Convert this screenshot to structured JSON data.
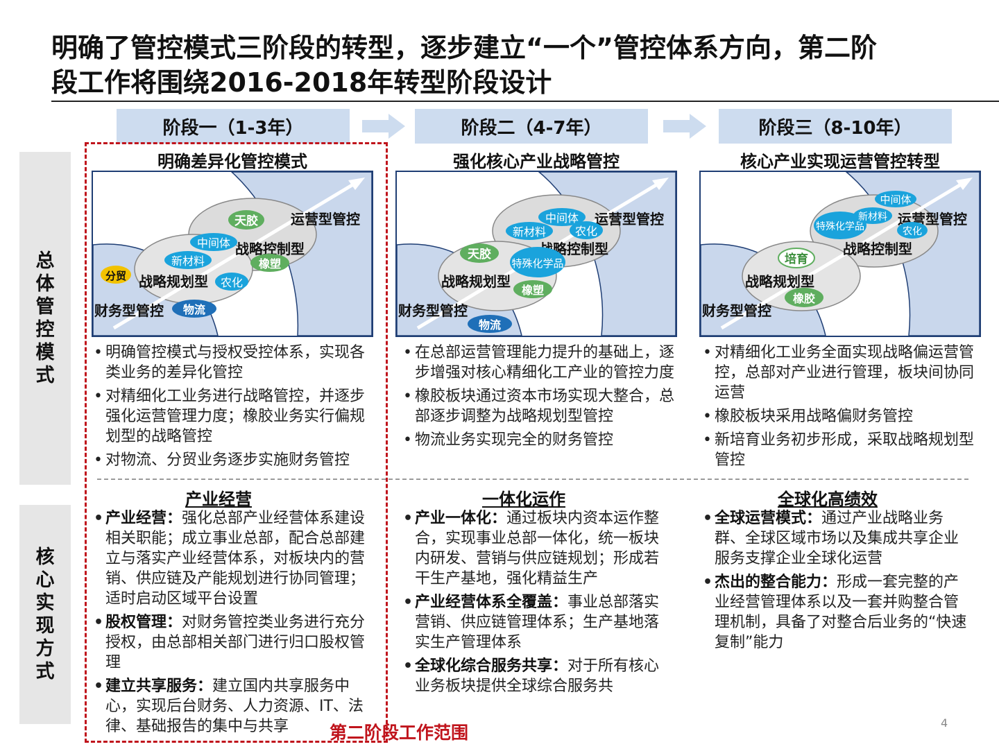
{
  "title_lines": [
    "明确了管控模式三阶段的转型，逐步建立“一个”管控体系方向，第二阶",
    "段工作将围绕2016-2018年转型阶段设计"
  ],
  "side_labels": {
    "top": "总体管控模式",
    "bottom": "核心实现方式"
  },
  "phases": [
    {
      "label": "阶段一（1-3年）",
      "subtitle": "明确差异化管控模式",
      "diagram": {
        "zones": [
          "运营型管控",
          "战略控制型",
          "战略规划型",
          "财务型管控"
        ],
        "tags": [
          "天胶",
          "中间体",
          "新材料",
          "农化",
          "橡塑",
          "分贸",
          "物流"
        ]
      },
      "bullets": [
        "明确管控模式与授权受控体系，实现各类业务的差异化管控",
        "对精细化工业务进行战略管控，并逐步强化运营管理力度；橡胶业务实行偏规划型的战略管控",
        "对物流、分贸业务逐步实施财务管控"
      ],
      "section_title": "产业经营",
      "section_items": [
        {
          "head": "产业经营：",
          "text": "强化总部产业经营体系建设相关职能；成立事业总部，配合总部建立与落实产业经营体系，对板块内的营销、供应链及产能规划进行协同管理；适时启动区域平台设置"
        },
        {
          "head": "股权管理：",
          "text": "对财务管控类业务进行充分授权，由总部相关部门进行归口股权管理"
        },
        {
          "head": "建立共享服务：",
          "text": "建立国内共享服务中心，实现后台财务、人力资源、IT、法律、基础报告的集中与共享"
        }
      ]
    },
    {
      "label": "阶段二（4-7年）",
      "subtitle": "强化核心产业战略管控",
      "diagram": {
        "zones": [
          "运营型管控",
          "战略控制型",
          "战略规划型",
          "财务型管控"
        ],
        "tags": [
          "中间体",
          "新材料",
          "农化",
          "天胶",
          "特殊化学品",
          "橡塑",
          "物流"
        ]
      },
      "bullets": [
        "在总部运营管理能力提升的基础上，逐步增强对核心精细化工产业的管控力度",
        "橡胶板块通过资本市场实现大整合，总部逐步调整为战略规划型管控",
        "物流业务实现完全的财务管控"
      ],
      "section_title": "一体化运作",
      "section_items": [
        {
          "head": "产业一体化：",
          "text": "通过板块内资本运作整合，实现事业总部一体化，统一板块内研发、营销与供应链规划；形成若干生产基地，强化精益生产"
        },
        {
          "head": "产业经营体系全覆盖：",
          "text": "事业总部落实营销、供应链管理体系；生产基地落实生产管理体系"
        },
        {
          "head": "全球化综合服务共享：",
          "text": "对于所有核心业务板块提供全球综合服务共"
        }
      ]
    },
    {
      "label": "阶段三（8-10年）",
      "subtitle": "核心产业实现运营管控转型",
      "diagram": {
        "zones": [
          "运营型管控",
          "战略控制型",
          "战略规划型",
          "财务型管控"
        ],
        "tags": [
          "中间体",
          "特殊化学品",
          "新材料",
          "农化",
          "培育",
          "橡胶"
        ]
      },
      "bullets": [
        "对精细化工业务全面实现战略偏运营管控，总部对产业进行管理，板块间协同运营",
        "橡胶板块采用战略偏财务管控",
        "新培育业务初步形成，采取战略规划型管控"
      ],
      "section_title": "全球化高绩效",
      "section_items": [
        {
          "head": "全球运营模式：",
          "text": "通过产业战略业务群、全球区域市场以及集成共享企业服务支撑企业全球化运营"
        },
        {
          "head": "杰出的整合能力：",
          "text": "形成一套完整的产业经营管理体系以及一套并购整合管理机制，具备了对整合后业务的“快速复制”能力"
        }
      ]
    }
  ],
  "scope_caption": "第二阶段工作范围",
  "page_number": "4",
  "colors": {
    "phase_box": "#cddcef",
    "zone_fill": "#c9d7ec",
    "cyan_tag": "#1aa3dc",
    "green_tag": "#5fae5f",
    "blue_tag": "#1f6fb8",
    "yellow_tag": "#f2c200",
    "red": "#c0141c"
  }
}
